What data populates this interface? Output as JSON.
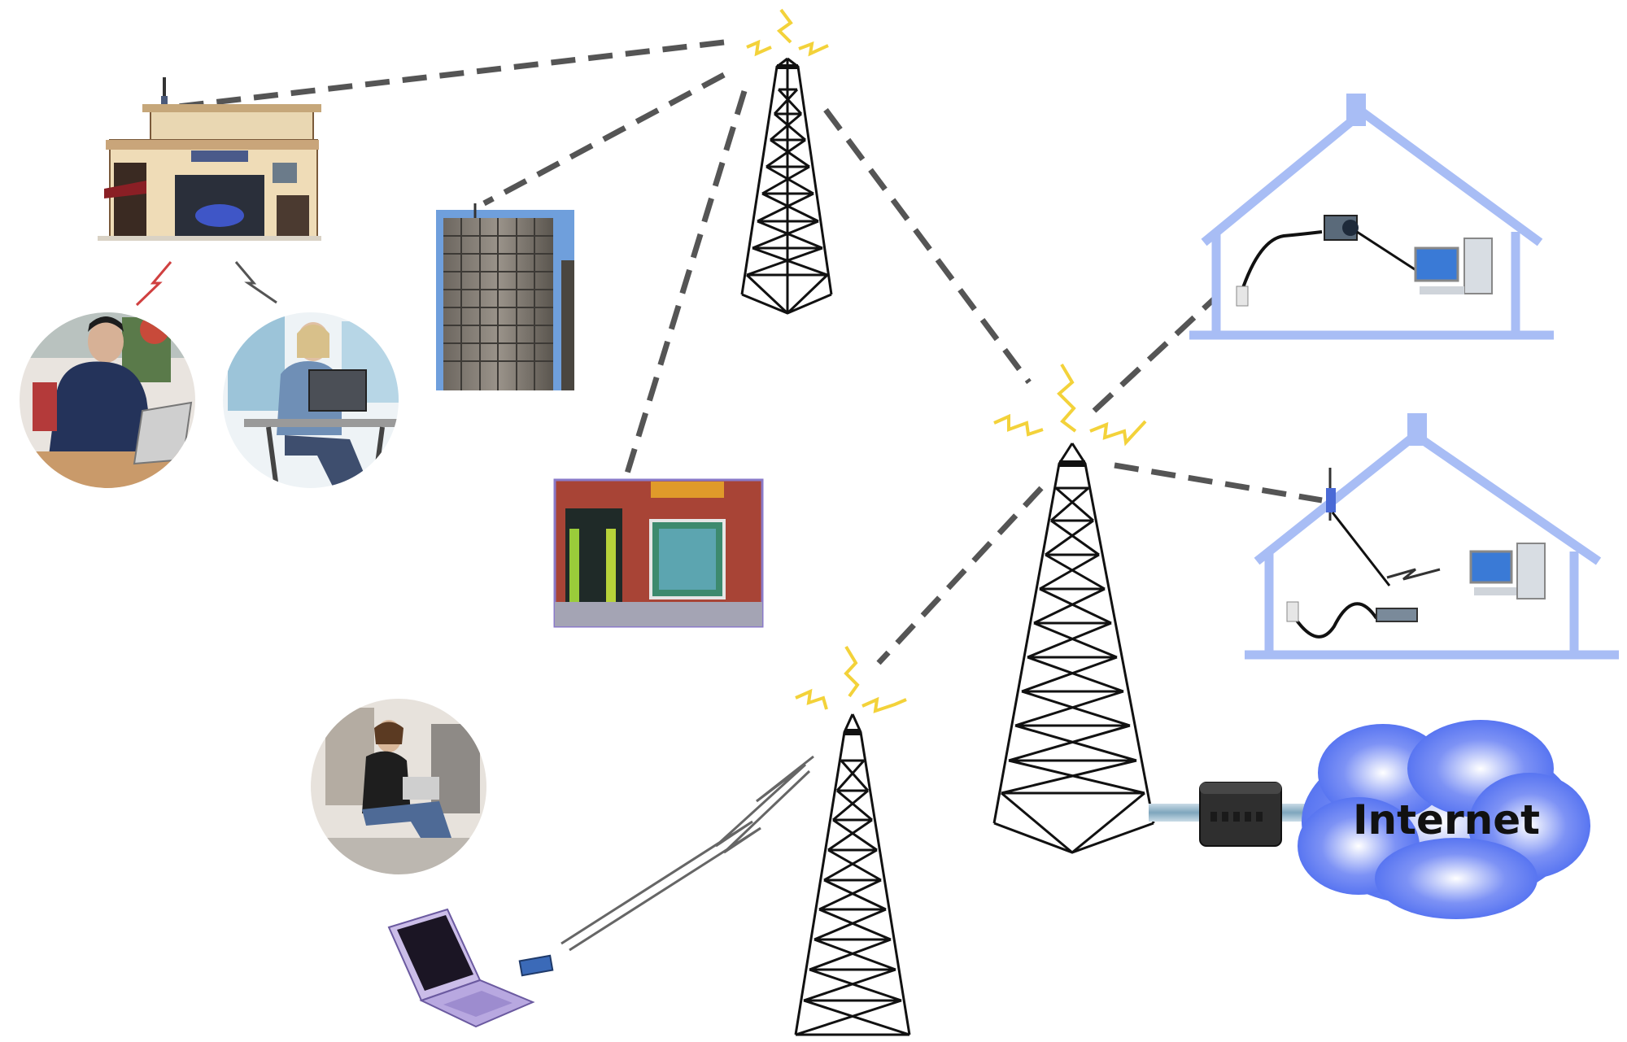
{
  "cloud": {
    "label": "Internet"
  },
  "colors": {
    "background": "#ffffff",
    "link_dash": "#555555",
    "signal": "#f3d23a",
    "house_outline": "#a8bdf5",
    "cloud_fill": "#4f6ef0",
    "tower_line": "#111111",
    "gateway_box": "#2f2f2f"
  },
  "nodes": [
    {
      "id": "tower-top",
      "icon": "cell-tower-icon"
    },
    {
      "id": "tower-center",
      "icon": "cell-tower-icon"
    },
    {
      "id": "tower-bottom",
      "icon": "cell-tower-icon"
    },
    {
      "id": "storefront",
      "icon": "hotspot-building-icon"
    },
    {
      "id": "office-tower",
      "icon": "office-building-icon"
    },
    {
      "id": "shop",
      "icon": "shop-front-icon"
    },
    {
      "id": "user-man",
      "icon": "laptop-user-photo"
    },
    {
      "id": "user-woman",
      "icon": "laptop-user-photo"
    },
    {
      "id": "user-sitting",
      "icon": "mobile-user-photo"
    },
    {
      "id": "laptop",
      "icon": "laptop-icon"
    },
    {
      "id": "home-camera",
      "icon": "home-network-icon"
    },
    {
      "id": "home-router",
      "icon": "home-network-icon"
    },
    {
      "id": "gateway",
      "icon": "gateway-device-icon"
    },
    {
      "id": "internet",
      "icon": "cloud-icon"
    }
  ]
}
